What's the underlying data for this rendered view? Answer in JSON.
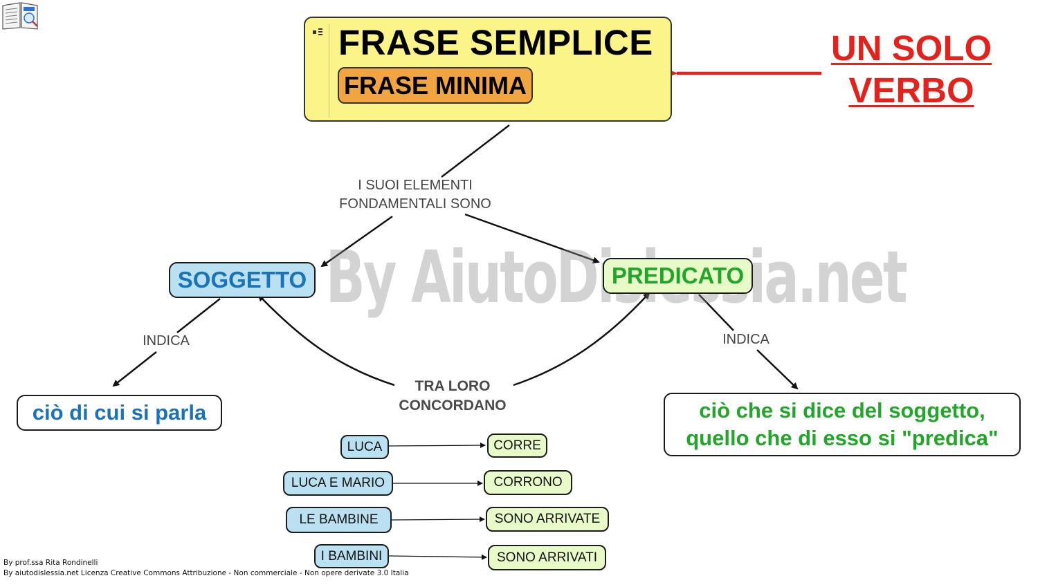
{
  "main_node": {
    "title": "FRASE SEMPLICE",
    "subtitle": "FRASE MINIMA"
  },
  "callout": {
    "line1": "UN SOLO",
    "line2": "VERBO",
    "color": "#e3221c"
  },
  "link_labels": {
    "elements_line1": "I SUOI ELEMENTI",
    "elements_line2": "FONDAMENTALI SONO",
    "indica_left": "INDICA",
    "indica_right": "INDICA",
    "concord_line1": "TRA LORO",
    "concord_line2": "CONCORDANO"
  },
  "soggetto": {
    "label": "SOGGETTO",
    "color": "#1a72b8"
  },
  "predicato": {
    "label": "PREDICATO",
    "color": "#22a629"
  },
  "soggetto_desc": {
    "text": "ciò di cui si parla"
  },
  "predicato_desc": {
    "line1": "ciò che si dice del soggetto,",
    "line2": "quello che di esso si \"predica\""
  },
  "examples": [
    {
      "subject": "LUCA",
      "verb": "CORRE"
    },
    {
      "subject": "LUCA E MARIO",
      "verb": "CORRONO"
    },
    {
      "subject": "LE BAMBINE",
      "verb": "SONO ARRIVATE"
    },
    {
      "subject": "I BAMBINI",
      "verb": "SONO ARRIVATI"
    }
  ],
  "watermark": "By AiutoDislessia.net",
  "footer": {
    "line1": "By prof.ssa Rita Rondinelli",
    "line2": "By aiutodislessia.net Licenza Creative Commons Attribuzione - Non commerciale - Non opere derivate 3.0 Italia"
  },
  "colors": {
    "main_bg": "#fbf489",
    "subtitle_bg": "#f0a540",
    "blue_node": "#b9e1f1",
    "green_node": "#e8fac8"
  }
}
